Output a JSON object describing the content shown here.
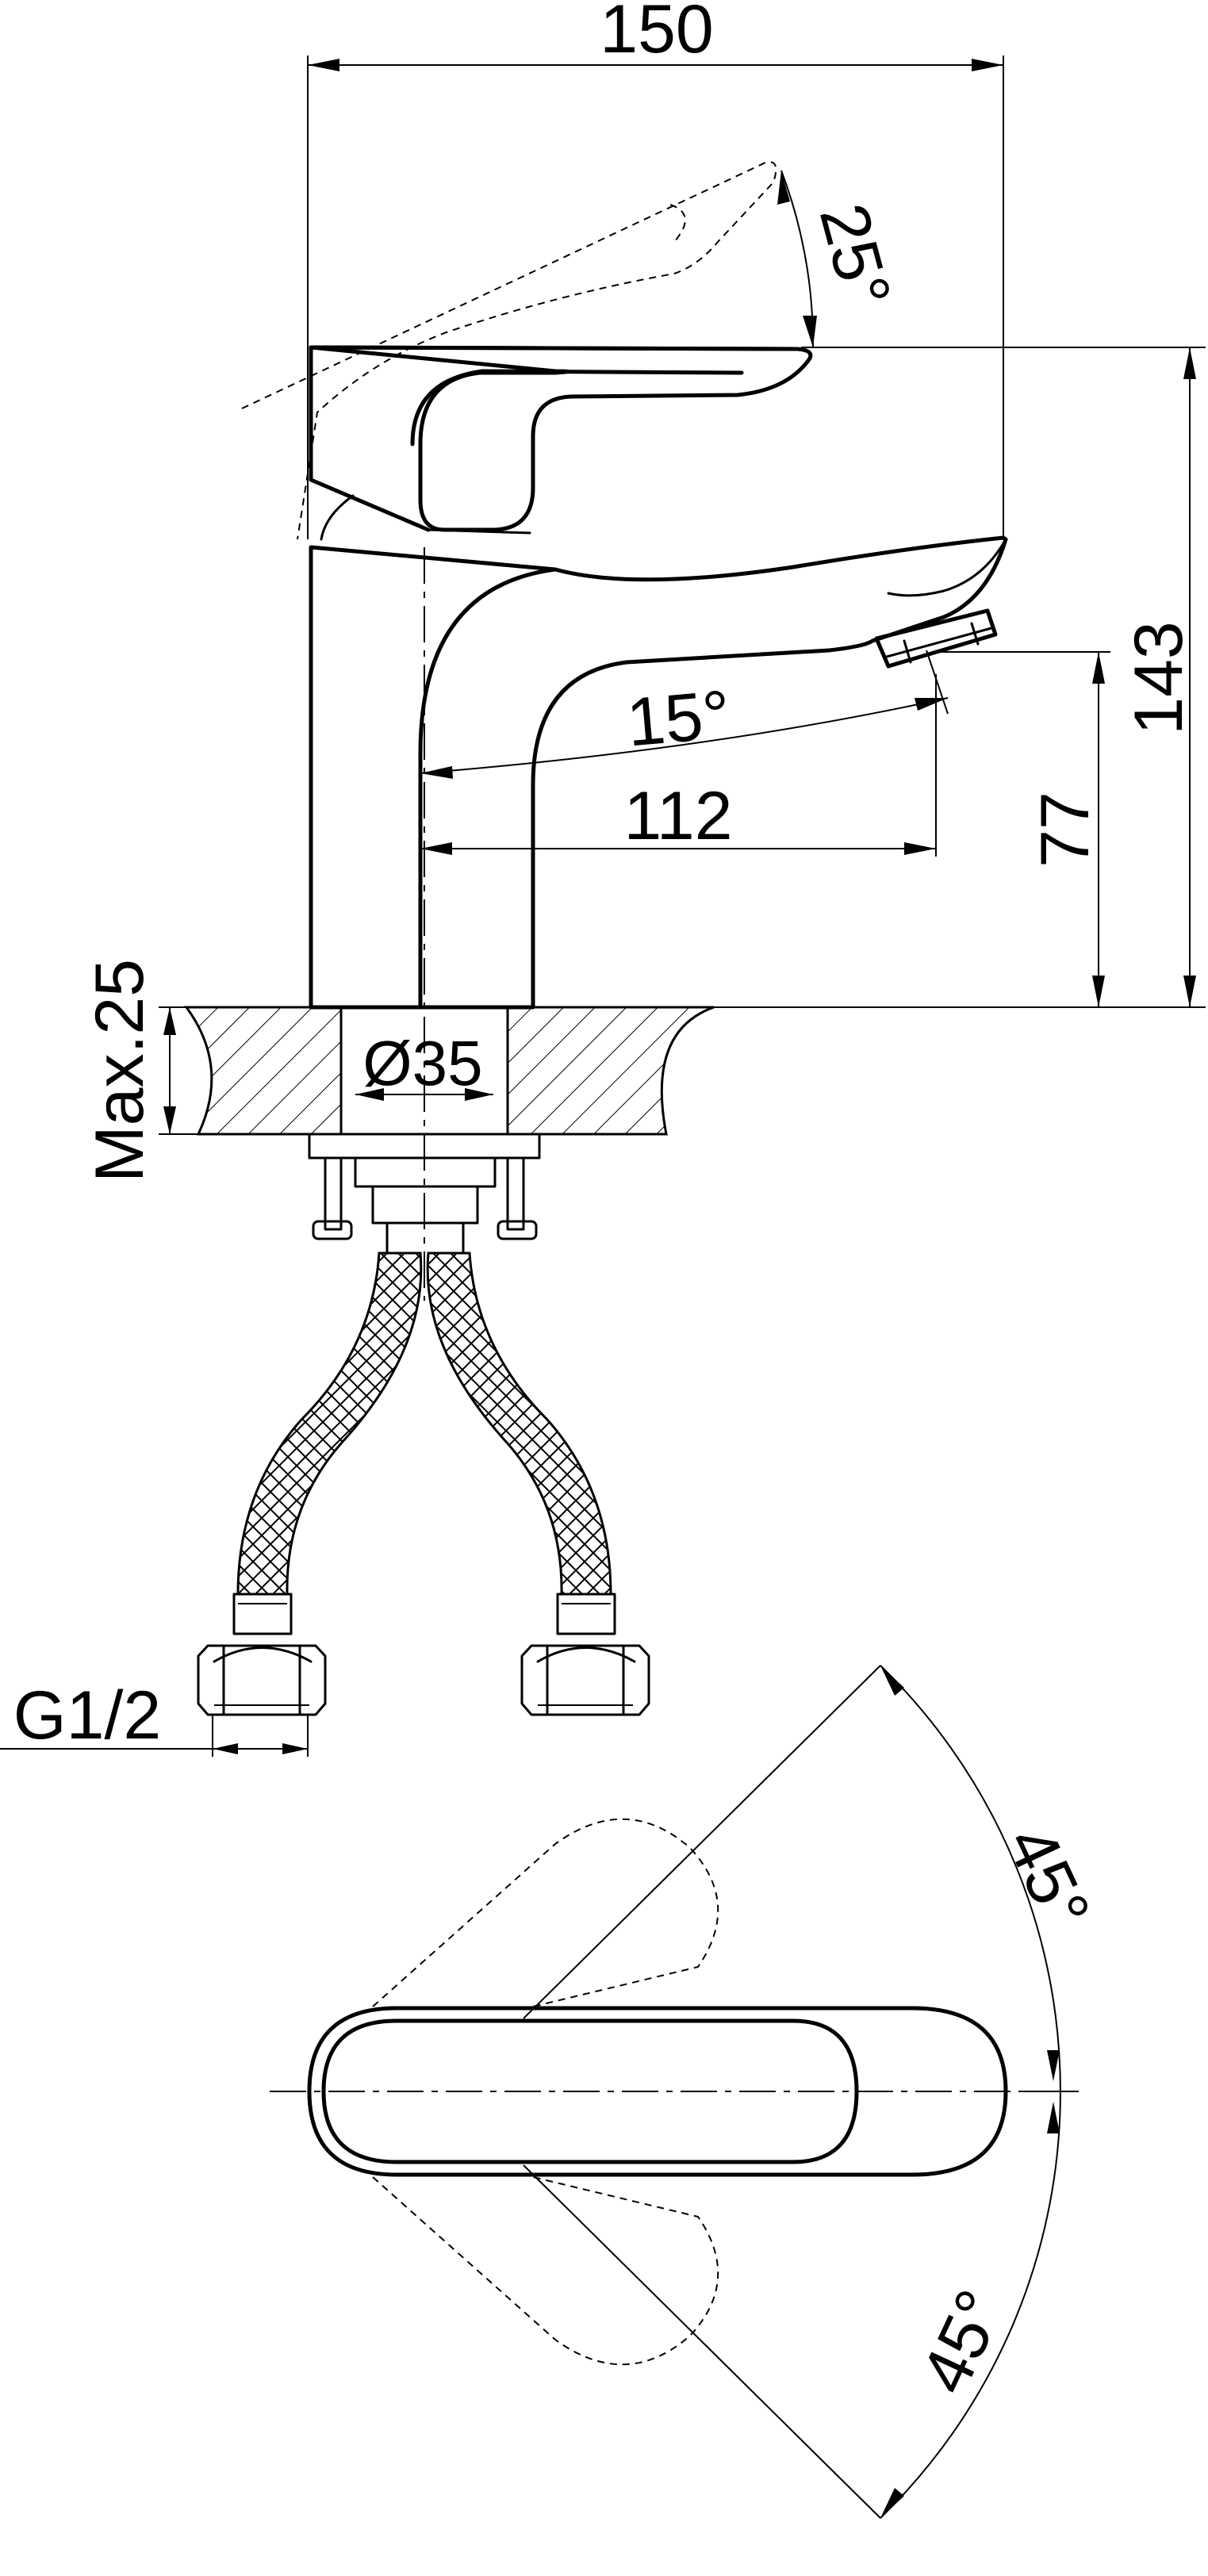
{
  "dimensions": {
    "overall_width": "150",
    "handle_angle": "25°",
    "overall_height": "143",
    "spout_angle": "15°",
    "spout_reach": "112",
    "spout_height": "77",
    "deck_thickness": "Max.25",
    "base_diameter": "Ø35",
    "connection_thread": "G1/2",
    "rotation_angle_upper": "45°",
    "rotation_angle_lower": "45°"
  }
}
